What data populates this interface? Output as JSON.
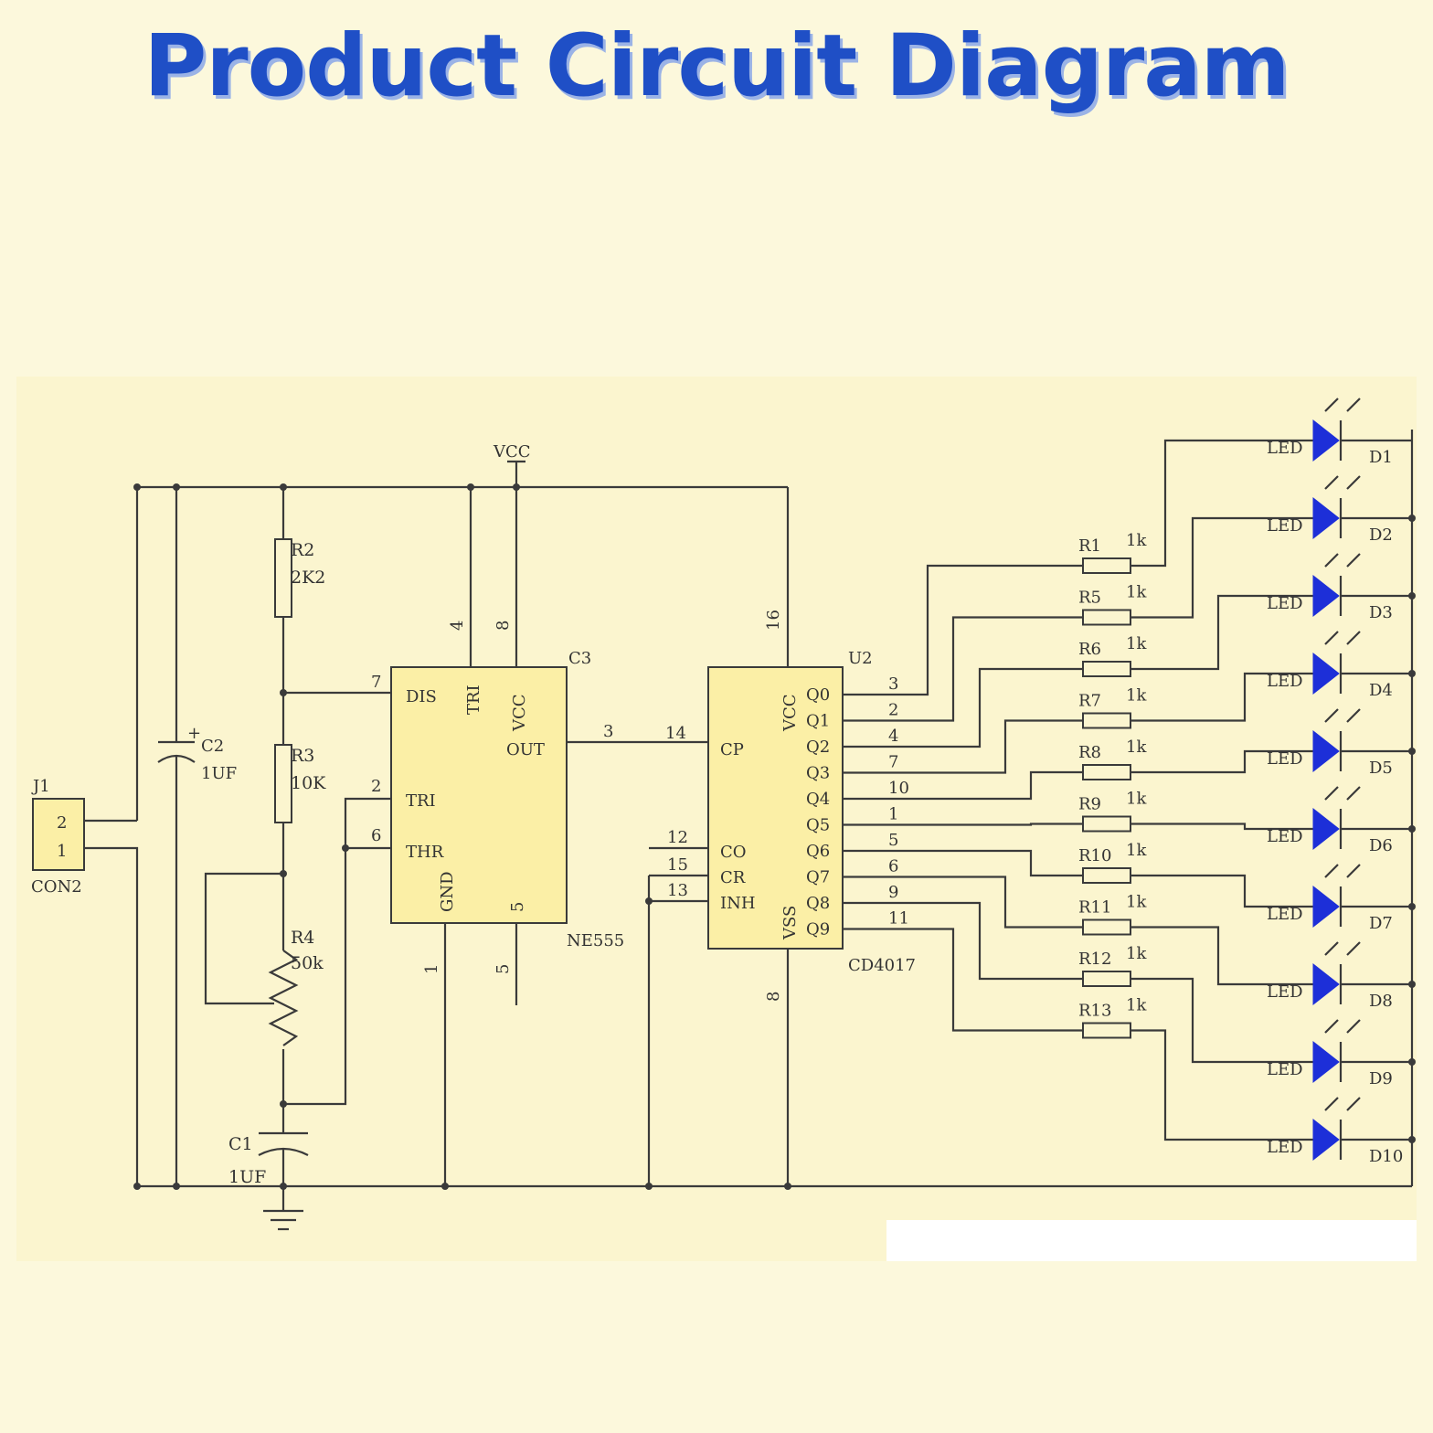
{
  "title": "Product Circuit Diagram",
  "colors": {
    "background": "#fcf8dc",
    "title": "#1f4fc6",
    "ic_fill": "#fbefa6",
    "led": "#1d2fd8",
    "wire": "#3a3a3a"
  },
  "labels": {
    "vcc": "VCC",
    "j1": "J1",
    "con_pin2": "2",
    "con_pin1": "1",
    "con2": "CON2",
    "c2": "C2",
    "c2_val": "1UF",
    "c1": "C1",
    "c1_val": "1UF",
    "r2": "R2",
    "r2_val": "2K2",
    "r3": "R3",
    "r3_val": "10K",
    "r4": "R4",
    "r4_val": "50k",
    "c3": "C3",
    "ne555": "NE555",
    "dis": "DIS",
    "tri": "TRI",
    "thr": "THR",
    "gnd": "GND",
    "vcc_pin": "VCC",
    "out": "OUT",
    "tri_top": "TRI",
    "p7": "7",
    "p2": "2",
    "p6": "6",
    "p4": "4",
    "p8": "8",
    "p5a": "5",
    "p5b": "5",
    "p1": "1",
    "p3": "3",
    "u2": "U2",
    "cd4017": "CD4017",
    "cp": "CP",
    "co": "CO",
    "cr": "CR",
    "inh": "INH",
    "u2_vcc": "VCC",
    "vss": "VSS",
    "p14": "14",
    "p12": "12",
    "p15": "15",
    "p13": "13",
    "p16": "16",
    "p8b": "8"
  },
  "counter_outputs": [
    {
      "name": "Q0",
      "pin": "3"
    },
    {
      "name": "Q1",
      "pin": "2"
    },
    {
      "name": "Q2",
      "pin": "4"
    },
    {
      "name": "Q3",
      "pin": "7"
    },
    {
      "name": "Q4",
      "pin": "10"
    },
    {
      "name": "Q5",
      "pin": "1"
    },
    {
      "name": "Q6",
      "pin": "5"
    },
    {
      "name": "Q7",
      "pin": "6"
    },
    {
      "name": "Q8",
      "pin": "9"
    },
    {
      "name": "Q9",
      "pin": "11"
    }
  ],
  "resistors": [
    {
      "name": "R1",
      "value": "1k"
    },
    {
      "name": "R5",
      "value": "1k"
    },
    {
      "name": "R6",
      "value": "1k"
    },
    {
      "name": "R7",
      "value": "1k"
    },
    {
      "name": "R8",
      "value": "1k"
    },
    {
      "name": "R9",
      "value": "1k"
    },
    {
      "name": "R10",
      "value": "1k"
    },
    {
      "name": "R11",
      "value": "1k"
    },
    {
      "name": "R12",
      "value": "1k"
    },
    {
      "name": "R13",
      "value": "1k"
    }
  ],
  "leds": [
    {
      "name": "D1",
      "label": "LED"
    },
    {
      "name": "D2",
      "label": "LED"
    },
    {
      "name": "D3",
      "label": "LED"
    },
    {
      "name": "D4",
      "label": "LED"
    },
    {
      "name": "D5",
      "label": "LED"
    },
    {
      "name": "D6",
      "label": "LED"
    },
    {
      "name": "D7",
      "label": "LED"
    },
    {
      "name": "D8",
      "label": "LED"
    },
    {
      "name": "D9",
      "label": "LED"
    },
    {
      "name": "D10",
      "label": "LED"
    }
  ]
}
